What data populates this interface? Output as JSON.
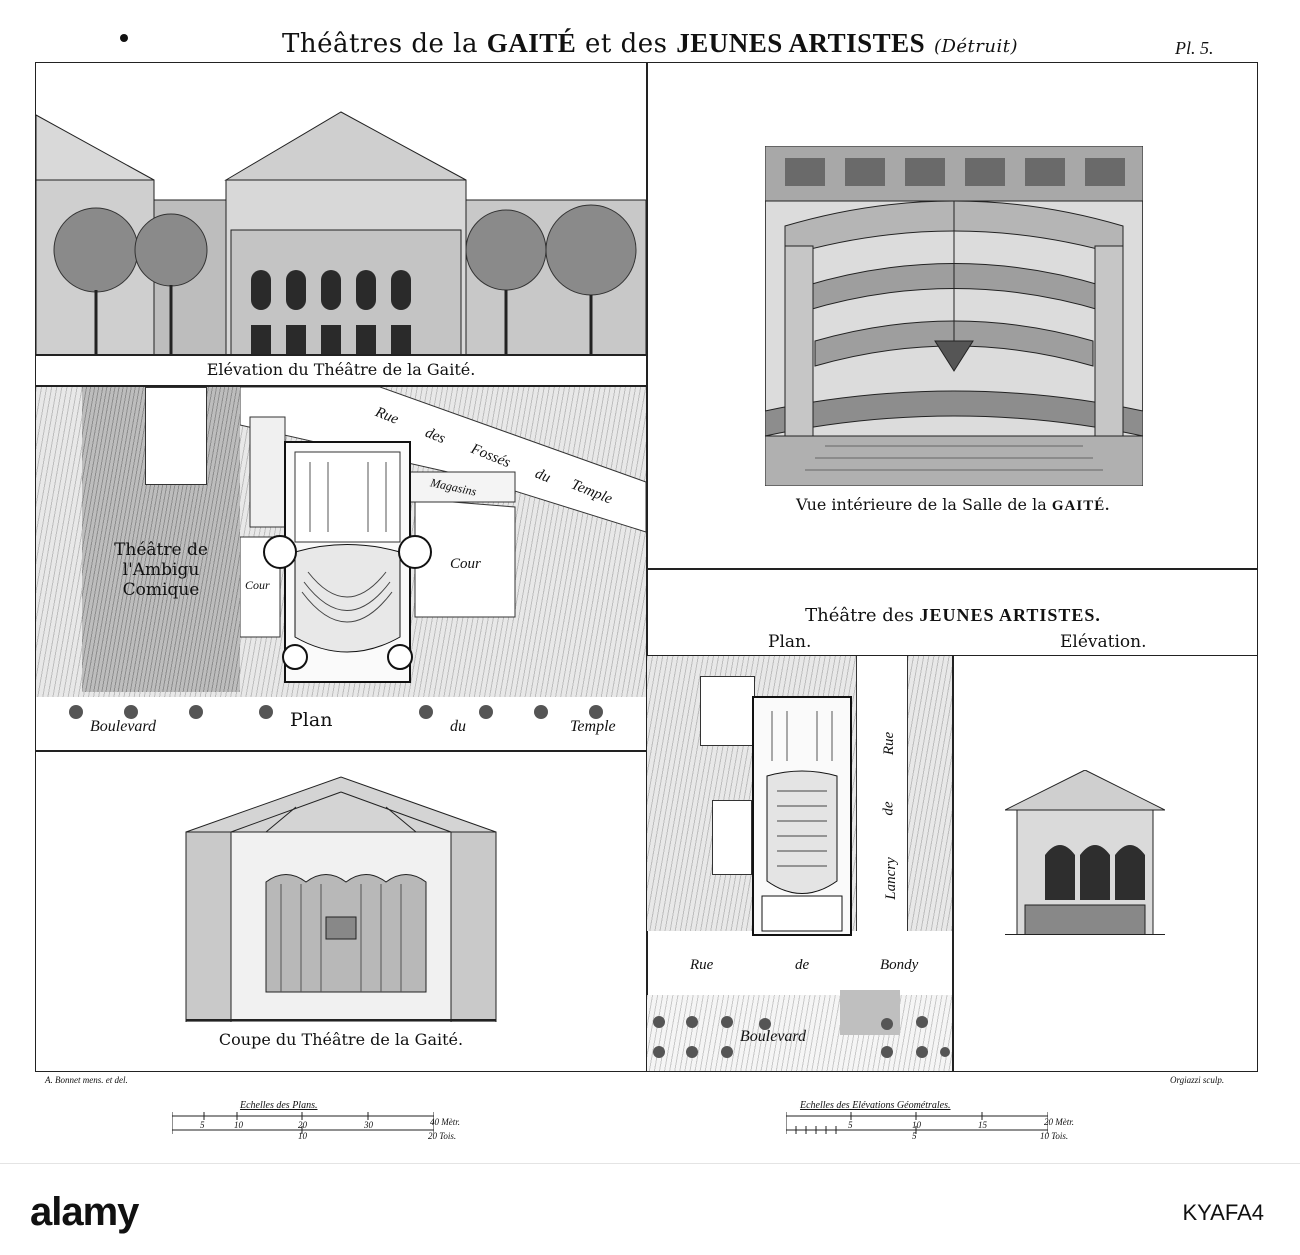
{
  "header": {
    "title_prefix": "Théâtres de la",
    "title_gaite": "GAITÉ",
    "title_middle": "et des",
    "title_jeunes": "JEUNES ARTISTES",
    "title_detruit": "(Détruit)",
    "plate_number": "Pl. 5."
  },
  "gaite": {
    "elevation_caption": "Elévation du Théâtre de la Gaité.",
    "plan_caption": "Plan",
    "coupe_caption": "Coupe du Théâtre de la Gaité.",
    "interior_caption_prefix": "Vue intérieure de la Salle de la",
    "interior_caption_name": "GAITÉ.",
    "ambigu_line1": "Théâtre de",
    "ambigu_line2": "l'Ambigu",
    "ambigu_line3": "Comique",
    "cour_left": "Cour",
    "cour_right": "Cour",
    "magasins": "Magasins",
    "rue_fosses_1": "Rue",
    "rue_fosses_2": "des",
    "rue_fosses_3": "Fossés",
    "rue_fosses_4": "du",
    "rue_fosses_5": "Temple",
    "boulevard": "Boulevard",
    "boulevard_du": "du",
    "boulevard_temple": "Temple"
  },
  "jeunes": {
    "heading_prefix": "Théâtre des",
    "heading_name": "JEUNES ARTISTES.",
    "plan_label": "Plan.",
    "elevation_label": "Elévation.",
    "rue_lancry_1": "Rue",
    "rue_lancry_2": "de",
    "rue_lancry_3": "Lancry",
    "rue_bondy_1": "Rue",
    "rue_bondy_2": "de",
    "rue_bondy_3": "Bondy",
    "boulevard": "Boulevard"
  },
  "credits": {
    "left": "A. Bonnet mens. et del.",
    "right": "Orgiazzi sculp."
  },
  "scales": {
    "plans_title": "Echelles des Plans.",
    "plans_ticks_top": [
      "5",
      "10",
      "20",
      "30",
      "40 Mètr."
    ],
    "plans_ticks_bottom": [
      "10",
      "20 Tois."
    ],
    "elev_title": "Echelles des Elévations Géométrales.",
    "elev_ticks_top": [
      "5",
      "10",
      "15",
      "20 Mètr."
    ],
    "elev_ticks_bottom": [
      "5",
      "10 Tois."
    ]
  },
  "watermark": {
    "logo": "alamy",
    "image_id": "KYAFA4"
  }
}
